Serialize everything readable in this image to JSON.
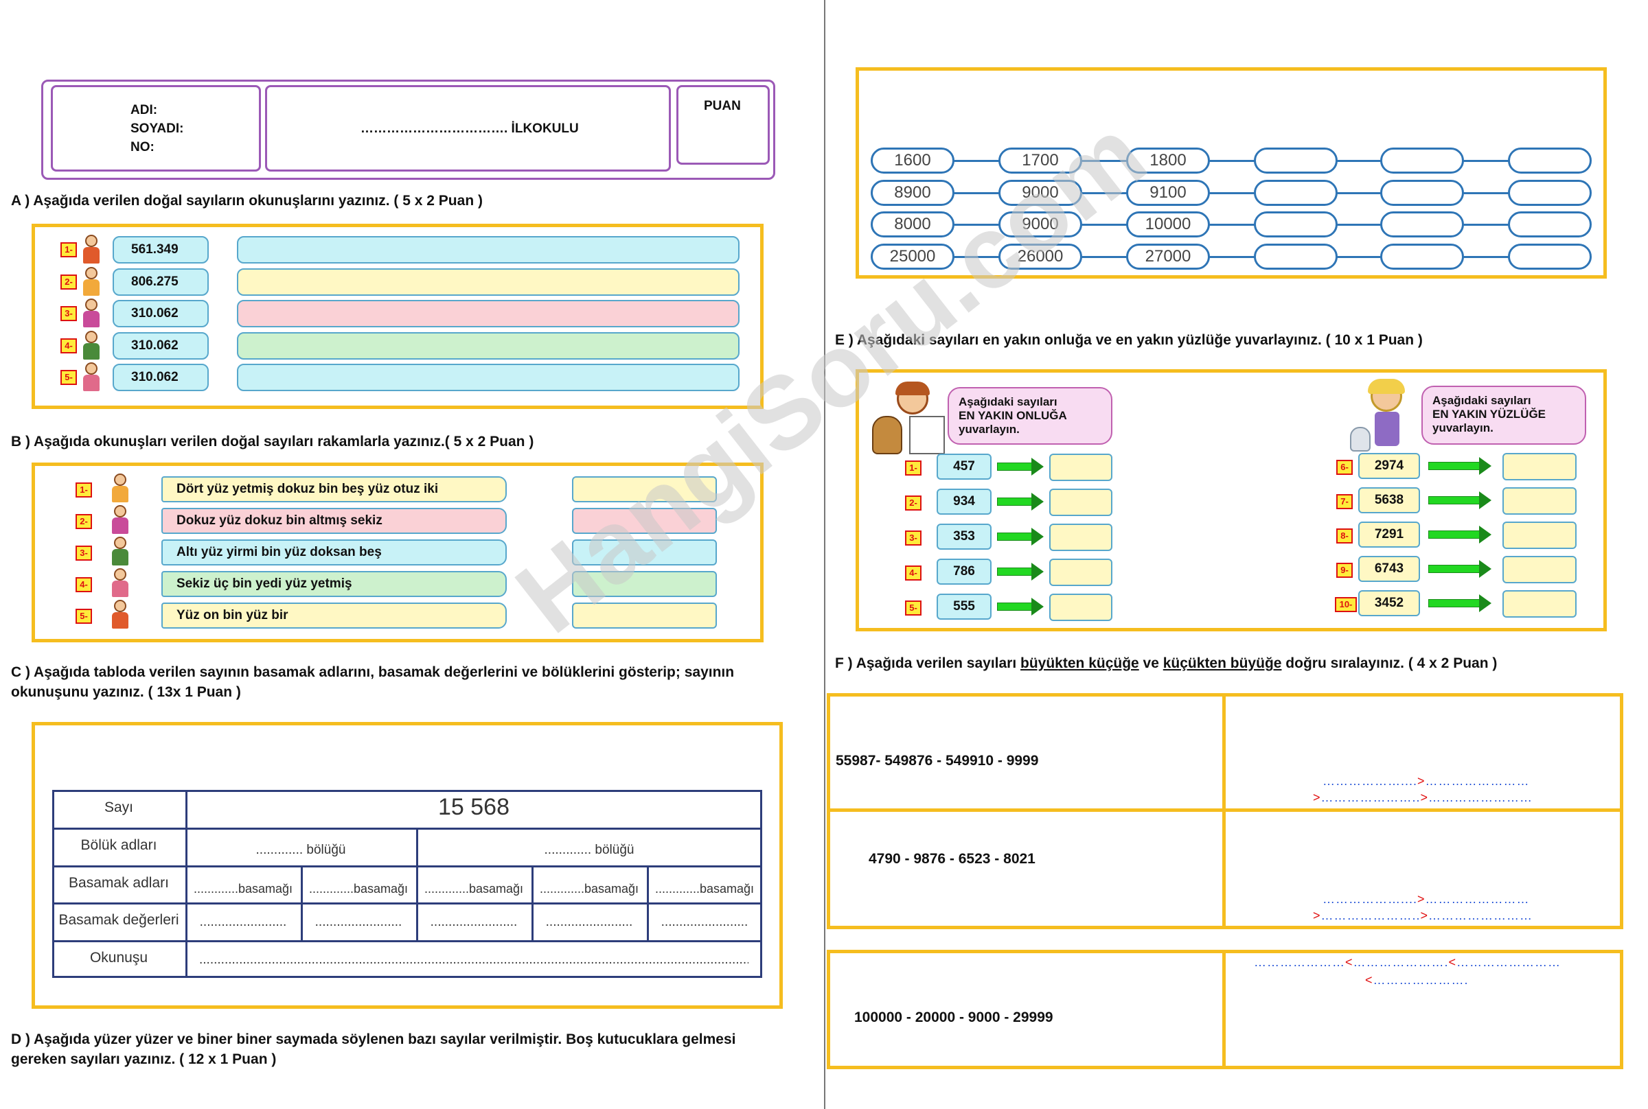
{
  "header": {
    "name_label": "ADI:",
    "surname_label": "SOYADI:",
    "no_label": "NO:",
    "school": "……………………………. İLKOKULU",
    "score_label": "PUAN"
  },
  "section_a": {
    "title": "A )  Aşağıda verilen doğal sayıların okunuşlarını yazınız. ( 5 x 2 Puan )",
    "items": [
      {
        "num": "1-",
        "value": "561.349",
        "color": "#c8f2f7"
      },
      {
        "num": "2-",
        "value": "806.275",
        "color": "#fff8c4"
      },
      {
        "num": "3-",
        "value": "310.062",
        "color": "#fad1d6"
      },
      {
        "num": "4-",
        "value": "310.062",
        "color": "#cdf1cd"
      },
      {
        "num": "5-",
        "value": "310.062",
        "color": "#c8f2f7"
      }
    ]
  },
  "section_b": {
    "title": "B )  Aşağıda okunuşları verilen doğal sayıları rakamlarla yazınız.( 5 x 2 Puan )",
    "items": [
      {
        "num": "1-",
        "text": "Dört yüz yetmiş dokuz bin beş yüz otuz iki",
        "color": "#fff8c4"
      },
      {
        "num": "2-",
        "text": "Dokuz yüz dokuz bin altmış sekiz",
        "color": "#fad1d6"
      },
      {
        "num": "3-",
        "text": "Altı yüz yirmi bin yüz doksan beş",
        "color": "#c8f2f7"
      },
      {
        "num": "4-",
        "text": "Sekiz üç bin yedi yüz yetmiş",
        "color": "#cdf1cd"
      },
      {
        "num": "5-",
        "text": "Yüz on bin yüz bir",
        "color": "#fff8c4"
      }
    ]
  },
  "section_c": {
    "title_line1": "C ) Aşağıda tabloda verilen sayının basamak adlarını, basamak değerlerini ve bölüklerini gösterip; sayının",
    "title_line2": "okunuşunu yazınız. ( 13x 1 Puan )",
    "row_labels": [
      "Sayı",
      "Bölük adları",
      "Basamak adları",
      "Basamak değerleri",
      "Okunuşu"
    ],
    "number": "15 568",
    "group_blank": "............. bölüğü",
    "digit_blank": ".............basamağı",
    "value_blank": "........................",
    "reading_blank": "......................................................................................................................................................................................................."
  },
  "section_d": {
    "title_line1": "D ) Aşağıda yüzer yüzer ve biner biner saymada söylenen bazı sayılar verilmiştir. Boş kutucuklara gelmesi",
    "title_line2": "gereken sayıları yazınız. ( 12 x 1 Puan )",
    "rows": [
      [
        "1600",
        "1700",
        "1800"
      ],
      [
        "8900",
        "9000",
        "9100"
      ],
      [
        "8000",
        "9000",
        "10000"
      ],
      [
        "25000",
        "26000",
        "27000"
      ]
    ]
  },
  "section_e": {
    "title": "E ) Aşağıdaki sayıları en yakın onluğa ve en yakın yüzlüğe yuvarlayınız. ( 10 x 1 Puan )",
    "left_bubble": [
      "Aşağıdaki     sayıları",
      "EN  YAKIN  ONLUĞA",
      "yuvarlayın."
    ],
    "right_bubble": [
      "Aşağıdaki     sayıları",
      "EN  YAKIN  YÜZLÜĞE",
      "yuvarlayın."
    ],
    "left_items": [
      {
        "num": "1-",
        "value": "457"
      },
      {
        "num": "2-",
        "value": "934"
      },
      {
        "num": "3-",
        "value": "353"
      },
      {
        "num": "4-",
        "value": "786"
      },
      {
        "num": "5-",
        "value": "555"
      }
    ],
    "right_items": [
      {
        "num": "6-",
        "value": "2974"
      },
      {
        "num": "7-",
        "value": "5638"
      },
      {
        "num": "8-",
        "value": "7291"
      },
      {
        "num": "9-",
        "value": "6743"
      },
      {
        "num": "10-",
        "value": "3452"
      }
    ]
  },
  "section_f": {
    "title_prefix": "F ) Aşağıda verilen sayıları ",
    "title_big_small": "büyükten küçüğe",
    "title_mid": " ve ",
    "title_small_big": "küçükten büyüğe",
    "title_suffix": " doğru sıralayınız. ( 4 x 2 Puan )",
    "row1_numbers": "55987-  549876  -      549910    -    9999",
    "row2_numbers": "4790     -      9876      -      6523      -      8021",
    "row3_numbers": "100000    -    20000     -     9000     -     29999"
  },
  "watermark": "HangiSoru.com"
}
